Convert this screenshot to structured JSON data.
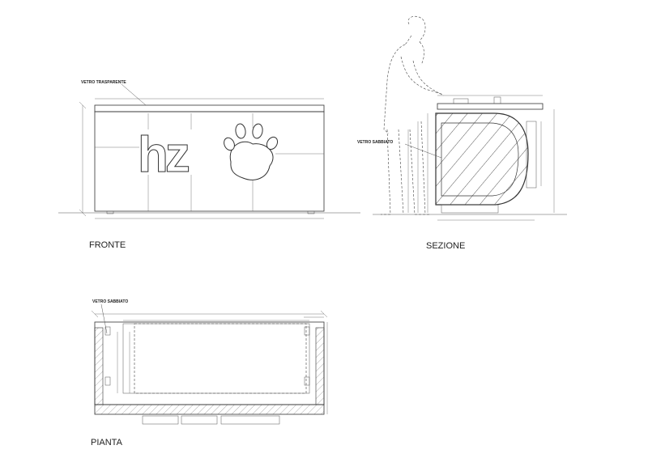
{
  "views": {
    "front_title": "FRONTE",
    "section_title": "SEZIONE",
    "plan_title": "PIANTA"
  },
  "callouts": {
    "front_glass": "VETRO TRASPARENTE",
    "section_glass": "VETRO SABBIATO",
    "plan_glass": "VETRO SABBIATO"
  },
  "logo": {
    "letters": "hz",
    "paw_icon": "paw-print-icon"
  },
  "colors": {
    "line": "#333333",
    "background": "#ffffff"
  }
}
